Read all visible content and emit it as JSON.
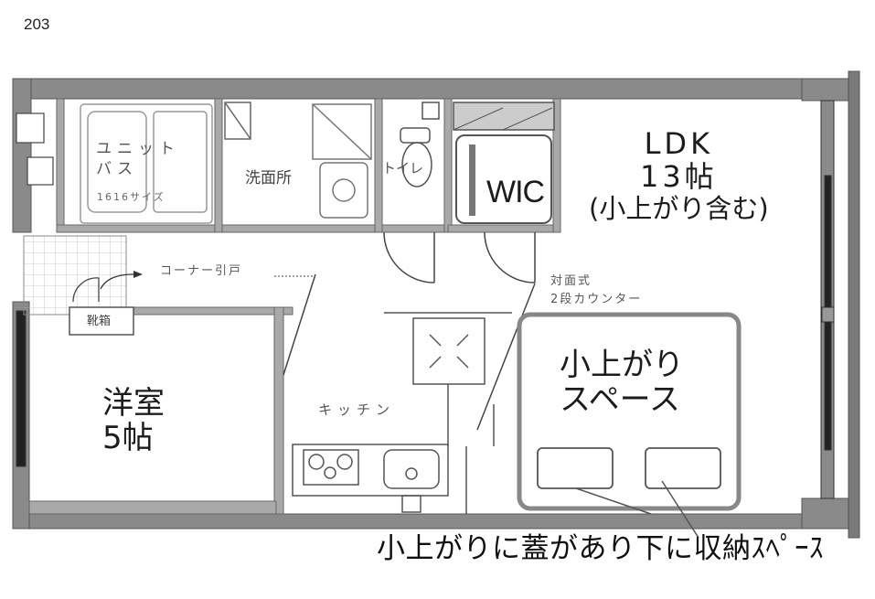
{
  "unit_number": "203",
  "rooms": {
    "unit_bath": {
      "line1": "ユニット",
      "line2": "バス",
      "size": "1616サイズ"
    },
    "washroom": {
      "label": "洗面所"
    },
    "toilet": {
      "label": "トイレ"
    },
    "wic": {
      "label": "WIC"
    },
    "ldk": {
      "line1": "LDK",
      "line2": "13帖",
      "line3": "(小上がり含む)"
    },
    "western_room": {
      "line1": "洋室",
      "line2": "5帖"
    },
    "raised_space": {
      "line1": "小上がり",
      "line2": "スペース"
    },
    "kitchen": {
      "label": "キッチン"
    },
    "shoe_cabinet": {
      "label": "靴箱"
    }
  },
  "annotations": {
    "corner_door": "コーナー引戸",
    "counter_line1": "対面式",
    "counter_line2": "2段カウンター",
    "storage_note": "小上がりに蓋があり下に収納ｽﾍﾟｰｽ"
  },
  "colors": {
    "wall": "#8a8a8a",
    "wall_dark": "#6e6e6e",
    "line": "#555555",
    "text": "#1c1c1c",
    "background": "#ffffff"
  }
}
